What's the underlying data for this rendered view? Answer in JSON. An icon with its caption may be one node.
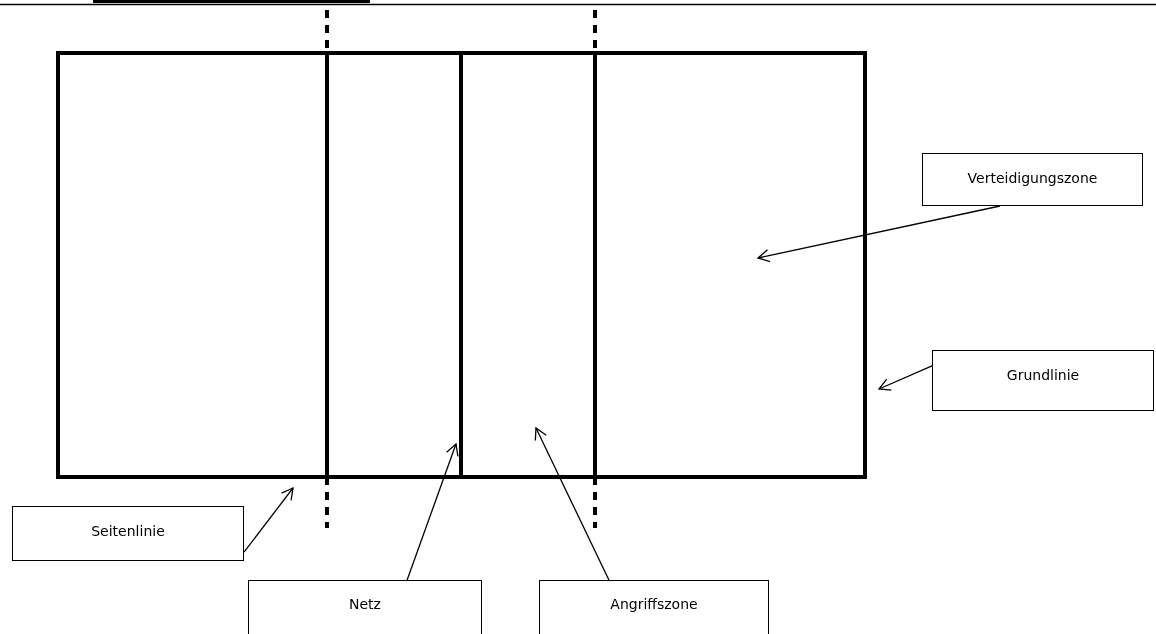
{
  "diagram": {
    "nodes": [
      {
        "text": [
          "Verteidigungszone"
        ]
      },
      {
        "text": [
          "Grundlinie"
        ]
      },
      {
        "text": [
          "Seitenlinie"
        ]
      },
      {
        "text": [
          "Netz"
        ]
      },
      {
        "text": [
          "Angriffszone"
        ]
      }
    ],
    "edges": [
      {
        "from": 0,
        "to": null,
        "arrow": "to"
      },
      {
        "from": 1,
        "to": null,
        "arrow": "to"
      },
      {
        "from": 2,
        "to": null,
        "arrow": "to"
      },
      {
        "from": 3,
        "to": null,
        "arrow": "to"
      },
      {
        "from": 4,
        "to": null,
        "arrow": "to"
      }
    ]
  }
}
